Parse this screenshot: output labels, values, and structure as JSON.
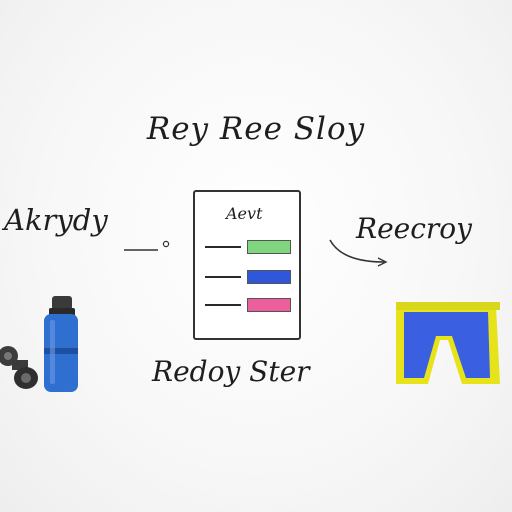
{
  "title": "Rey Ree Sloy",
  "labels": {
    "left": "Akrydy",
    "right": "Reecroy",
    "bottom": "Redoy Ster"
  },
  "card": {
    "heading": "Aevt",
    "rows": [
      {
        "color": "#7fd67f"
      },
      {
        "color": "#2f57d9"
      },
      {
        "color": "#ec5f9c"
      }
    ]
  },
  "icons": {
    "left": [
      "dumbbell-icon",
      "water-bottle-icon"
    ],
    "right": [
      "shorts-icon"
    ]
  },
  "colors": {
    "bottle": "#2f6fd0",
    "shorts_blue": "#3a5fe0",
    "shorts_trim": "#e6e31a"
  }
}
